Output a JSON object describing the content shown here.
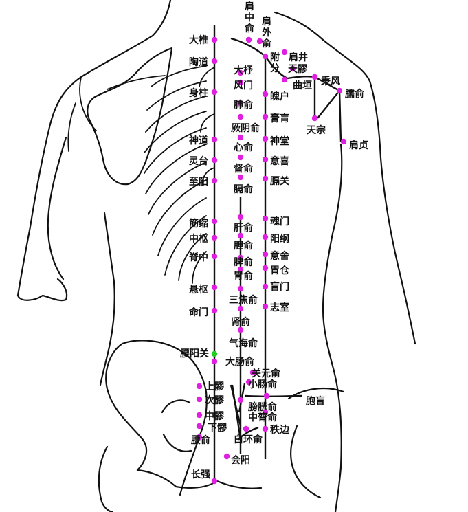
{
  "colors": {
    "point": "#e020e0",
    "special_point": "#22cc22",
    "line": "#111111"
  },
  "points": [
    {
      "id": "dazhui",
      "label": "大椎"
    },
    {
      "id": "taodao",
      "label": "陶道"
    },
    {
      "id": "shenzhu",
      "label": "身柱"
    },
    {
      "id": "shendao",
      "label": "神道"
    },
    {
      "id": "lingtai",
      "label": "灵台"
    },
    {
      "id": "zhiyang",
      "label": "至阳"
    },
    {
      "id": "jinsuo",
      "label": "筋缩"
    },
    {
      "id": "zhongshu",
      "label": "中枢"
    },
    {
      "id": "jizhong",
      "label": "脊中"
    },
    {
      "id": "xuanshu",
      "label": "悬枢"
    },
    {
      "id": "mingmen",
      "label": "命门"
    },
    {
      "id": "yaoyangguan",
      "label": "腰阳关"
    },
    {
      "id": "shangliao",
      "label": "上髎"
    },
    {
      "id": "ciliao",
      "label": "次髎"
    },
    {
      "id": "zhongliao",
      "label": "中髎"
    },
    {
      "id": "xialiao",
      "label": "下髎"
    },
    {
      "id": "yaoshu",
      "label": "腰俞"
    },
    {
      "id": "changqiang",
      "label": "长强"
    },
    {
      "id": "jianzhongshu",
      "label": "肩中俞"
    },
    {
      "id": "jianwaishu",
      "label": "肩外俞"
    },
    {
      "id": "jianjing",
      "label": "肩井"
    },
    {
      "id": "tianliao",
      "label": "天髎"
    },
    {
      "id": "fufen",
      "label": "附分"
    },
    {
      "id": "quyuan",
      "label": "曲垣"
    },
    {
      "id": "bingfeng",
      "label": "秉风"
    },
    {
      "id": "naoshu",
      "label": "臑俞"
    },
    {
      "id": "tianzong",
      "label": "天宗"
    },
    {
      "id": "jianzhen",
      "label": "肩贞"
    },
    {
      "id": "dazhu",
      "label": "大杼"
    },
    {
      "id": "fengmen",
      "label": "风门"
    },
    {
      "id": "pohu",
      "label": "魄户"
    },
    {
      "id": "feishu",
      "label": "肺俞"
    },
    {
      "id": "gaohuang",
      "label": "膏肓"
    },
    {
      "id": "jueyinshu",
      "label": "厥阴俞"
    },
    {
      "id": "xinshu",
      "label": "心俞"
    },
    {
      "id": "shentang",
      "label": "神堂"
    },
    {
      "id": "dushu",
      "label": "督俞"
    },
    {
      "id": "yixi",
      "label": "意喜"
    },
    {
      "id": "geshu",
      "label": "膈俞"
    },
    {
      "id": "geguan",
      "label": "膈关"
    },
    {
      "id": "ganshu",
      "label": "肝俞"
    },
    {
      "id": "hunmen",
      "label": "魂门"
    },
    {
      "id": "danshu",
      "label": "胆俞"
    },
    {
      "id": "yanggang",
      "label": "阳纲"
    },
    {
      "id": "pishu",
      "label": "脾俞"
    },
    {
      "id": "yishe",
      "label": "意舍"
    },
    {
      "id": "weishu",
      "label": "胃俞"
    },
    {
      "id": "weicang",
      "label": "胃仓"
    },
    {
      "id": "huangmen",
      "label": "盲门"
    },
    {
      "id": "sanjiaoshu",
      "label": "三焦俞"
    },
    {
      "id": "zhishi",
      "label": "志室"
    },
    {
      "id": "shenshu",
      "label": "肾俞"
    },
    {
      "id": "qihaishu",
      "label": "气海俞"
    },
    {
      "id": "dachangshu",
      "label": "大肠俞"
    },
    {
      "id": "guanyuanshu",
      "label": "关元俞"
    },
    {
      "id": "xiaochangshu",
      "label": "小肠俞"
    },
    {
      "id": "pangguangshu",
      "label": "膀胱俞"
    },
    {
      "id": "baohuang",
      "label": "胞盲"
    },
    {
      "id": "zhonglvshu",
      "label": "中膂俞"
    },
    {
      "id": "zhibian",
      "label": "秩边"
    },
    {
      "id": "baihuanshu",
      "label": "白环俞"
    },
    {
      "id": "huiyang",
      "label": "会阳"
    }
  ]
}
